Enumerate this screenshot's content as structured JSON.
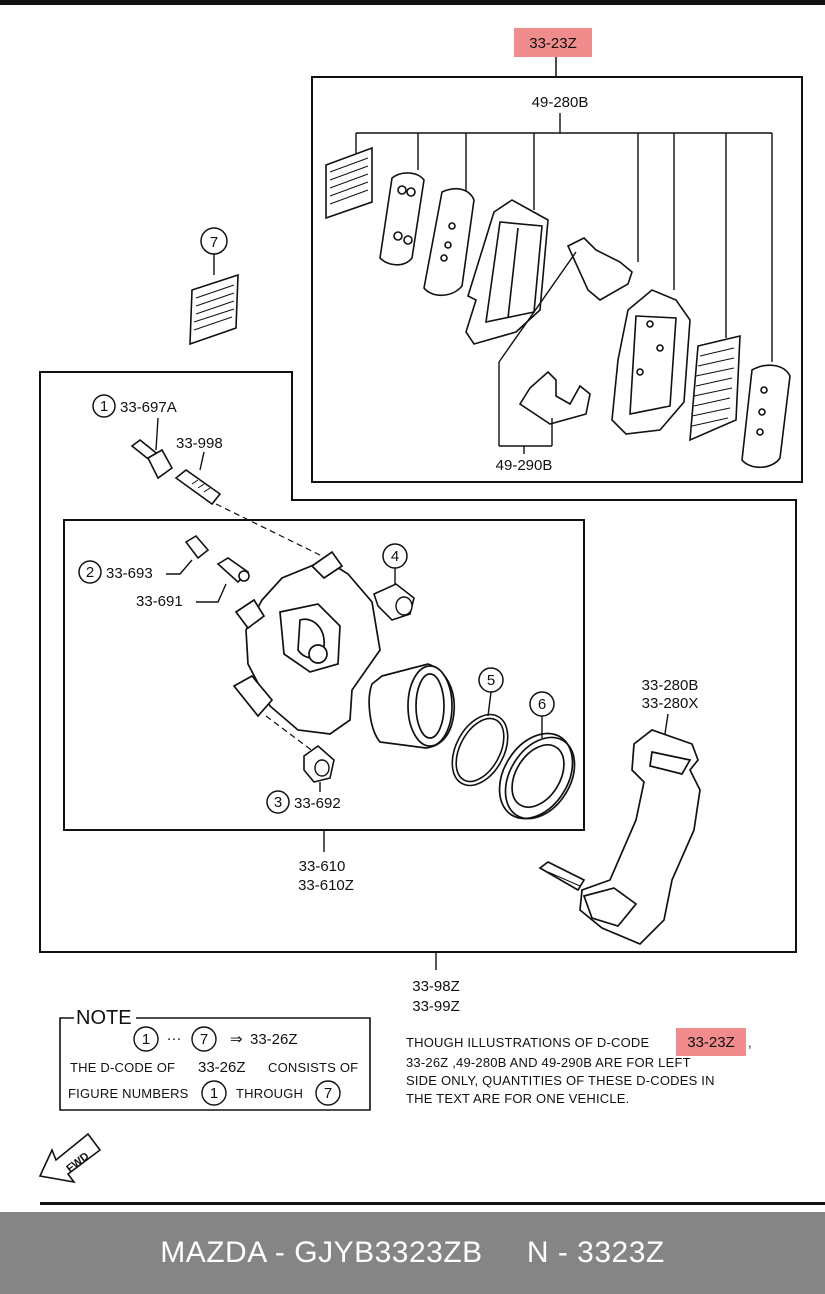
{
  "labels": {
    "top_code": "33-23Z",
    "pad_set": "49-280B",
    "shim_set": "49-290B",
    "part1": "33-697A",
    "part_998": "33-998",
    "part2": "33-693",
    "part_691": "33-691",
    "part3": "33-692",
    "caliper_a": "33-610",
    "caliper_b": "33-610Z",
    "bracket_a": "33-280B",
    "bracket_b": "33-280X",
    "assy_a": "33-98Z",
    "assy_b": "33-99Z"
  },
  "circles": {
    "c1": "1",
    "c2": "2",
    "c3": "3",
    "c4": "4",
    "c5": "5",
    "c6": "6",
    "c7": "7"
  },
  "note": {
    "title": "NOTE",
    "range_sep": "···",
    "arrow": "⇒",
    "range_code": "33-26Z",
    "line2_a": "THE D-CODE OF",
    "line2_code": "33-26Z",
    "line2_b": "CONSISTS OF",
    "line3_a": "FIGURE NUMBERS",
    "line3_b": "THROUGH"
  },
  "caption": {
    "line1": "THOUGH  ILLUSTRATIONS  OF  D-CODE",
    "highlight_code": "33-23Z",
    "line1_end": ",",
    "line2": "33-26Z   ,49-280B  AND  49-290B  ARE  FOR  LEFT",
    "line3": "SIDE  ONLY,  QUANTITIES  OF  THESE  D-CODES  IN",
    "line4": "THE  TEXT  ARE  FOR  ONE  VEHICLE."
  },
  "fwd": "FWD",
  "footer": {
    "left": "MAZDA - GJYB3323ZB",
    "right": "N - 3323Z"
  },
  "colors": {
    "highlight": "#f08c8c",
    "footer_bg": "#858585",
    "line": "#111111"
  }
}
